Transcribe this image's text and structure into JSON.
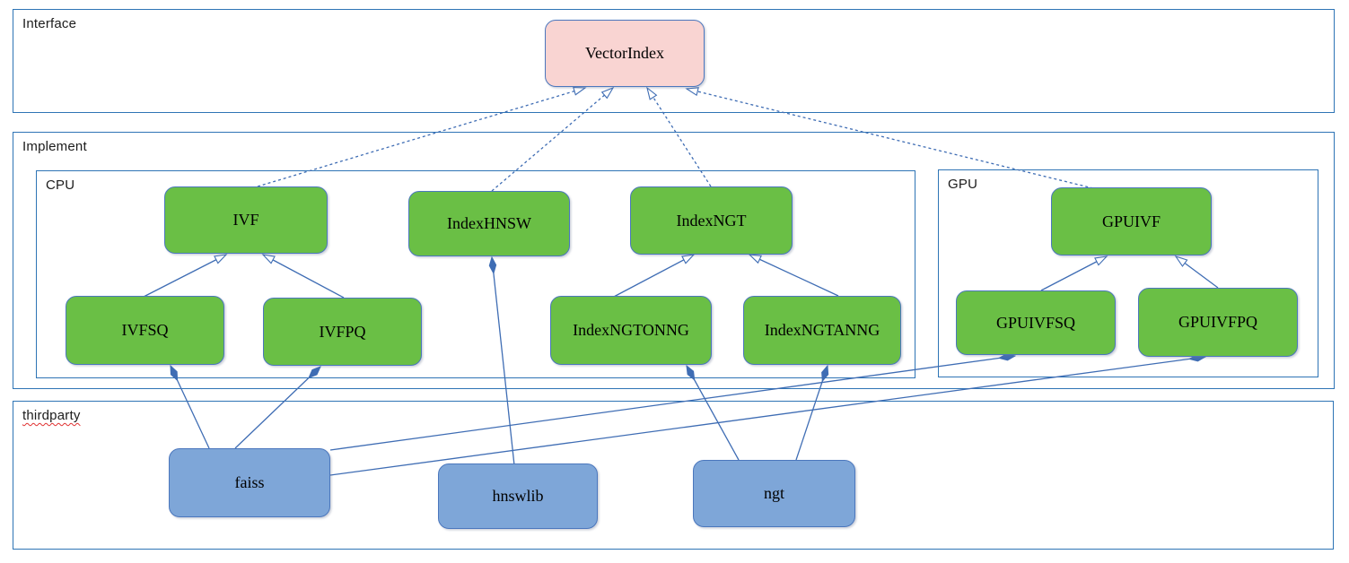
{
  "diagram": {
    "containers": {
      "interface": {
        "label": "Interface"
      },
      "implement": {
        "label": "Implement"
      },
      "cpu": {
        "label": "CPU"
      },
      "gpu": {
        "label": "GPU"
      },
      "thirdparty": {
        "label": "thirdparty"
      }
    },
    "nodes": {
      "vectorindex": {
        "label": "VectorIndex",
        "group": "interface"
      },
      "ivf": {
        "label": "IVF",
        "group": "cpu"
      },
      "indexhnsw": {
        "label": "IndexHNSW",
        "group": "cpu"
      },
      "indexngt": {
        "label": "IndexNGT",
        "group": "cpu"
      },
      "ivfsq": {
        "label": "IVFSQ",
        "group": "cpu"
      },
      "ivfpq": {
        "label": "IVFPQ",
        "group": "cpu"
      },
      "indexngtonng": {
        "label": "IndexNGTONNG",
        "group": "cpu"
      },
      "indexngtanng": {
        "label": "IndexNGTANNG",
        "group": "cpu"
      },
      "gpuivf": {
        "label": "GPUIVF",
        "group": "gpu"
      },
      "gpuivfsq": {
        "label": "GPUIVFSQ",
        "group": "gpu"
      },
      "gpuivfpq": {
        "label": "GPUIVFPQ",
        "group": "gpu"
      },
      "faiss": {
        "label": "faiss",
        "group": "thirdparty"
      },
      "hnswlib": {
        "label": "hnswlib",
        "group": "thirdparty"
      },
      "ngt": {
        "label": "ngt",
        "group": "thirdparty"
      }
    },
    "edges": [
      {
        "from": "IVF",
        "to": "VectorIndex",
        "type": "realization"
      },
      {
        "from": "IndexHNSW",
        "to": "VectorIndex",
        "type": "realization"
      },
      {
        "from": "IndexNGT",
        "to": "VectorIndex",
        "type": "realization"
      },
      {
        "from": "GPUIVF",
        "to": "VectorIndex",
        "type": "realization"
      },
      {
        "from": "IVFSQ",
        "to": "IVF",
        "type": "inheritance"
      },
      {
        "from": "IVFPQ",
        "to": "IVF",
        "type": "inheritance"
      },
      {
        "from": "IndexNGTONNG",
        "to": "IndexNGT",
        "type": "inheritance"
      },
      {
        "from": "IndexNGTANNG",
        "to": "IndexNGT",
        "type": "inheritance"
      },
      {
        "from": "GPUIVFSQ",
        "to": "GPUIVF",
        "type": "inheritance"
      },
      {
        "from": "GPUIVFPQ",
        "to": "GPUIVF",
        "type": "inheritance"
      },
      {
        "from": "faiss",
        "to": "IVFSQ",
        "type": "composition"
      },
      {
        "from": "faiss",
        "to": "IVFPQ",
        "type": "composition"
      },
      {
        "from": "faiss",
        "to": "GPUIVFSQ",
        "type": "composition"
      },
      {
        "from": "faiss",
        "to": "GPUIVFPQ",
        "type": "composition"
      },
      {
        "from": "hnswlib",
        "to": "IndexHNSW",
        "type": "composition"
      },
      {
        "from": "ngt",
        "to": "IndexNGTONNG",
        "type": "composition"
      },
      {
        "from": "ngt",
        "to": "IndexNGTANNG",
        "type": "composition"
      }
    ],
    "colors": {
      "interface_node_fill": "#f9d4d2",
      "impl_node_fill": "#6abf45",
      "thirdparty_node_fill": "#7ea6d8",
      "node_border": "#4b77bd",
      "container_border": "#2e74b5",
      "edge": "#3f6db4",
      "spellcheck_underline": "#e03030"
    }
  }
}
